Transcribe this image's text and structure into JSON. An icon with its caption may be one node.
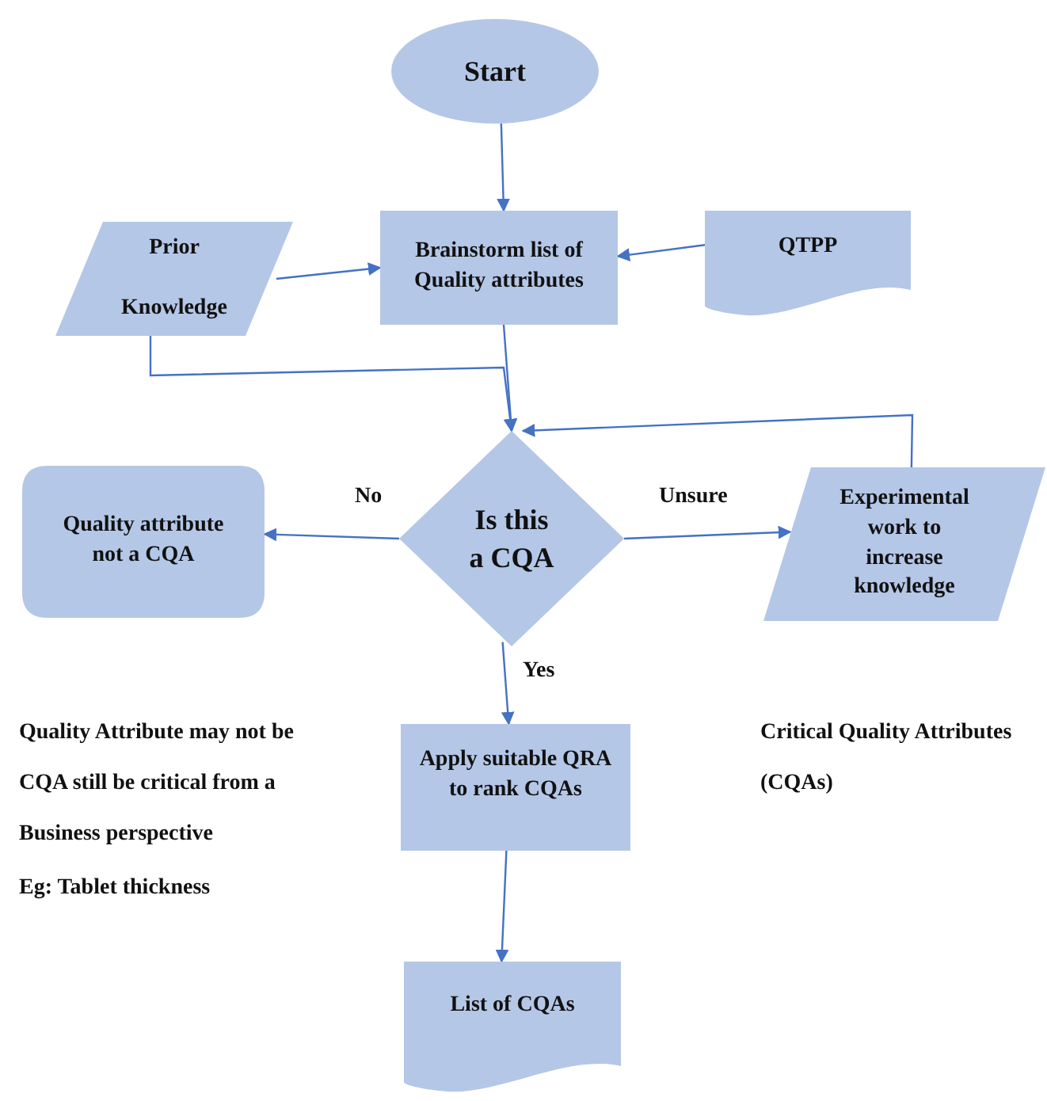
{
  "diagram": {
    "nodes": [
      {
        "text": [
          "Start"
        ]
      },
      {
        "text": [
          "Prior Knowledge"
        ]
      },
      {
        "text": [
          "Brainstorm list of Quality attributes"
        ]
      },
      {
        "text": [
          "QTPP"
        ]
      },
      {
        "text": [
          "Is this a CQA"
        ]
      },
      {
        "text": [
          "Quality attribute not a CQA"
        ]
      },
      {
        "text": [
          "Experimental work to increase knowledge"
        ]
      },
      {
        "text": [
          "Apply suitable QRA to rank CQAs"
        ]
      },
      {
        "text": [
          "List of CQAs"
        ]
      }
    ],
    "edges": [
      {
        "from": 0,
        "to": 2,
        "arrow": "to"
      },
      {
        "from": 1,
        "to": 2,
        "arrow": "to"
      },
      {
        "from": 3,
        "to": 2,
        "arrow": "to"
      },
      {
        "from": 2,
        "to": 4,
        "arrow": "to"
      },
      {
        "from": 1,
        "to": 4,
        "arrow": "to"
      },
      {
        "from": 6,
        "to": 4,
        "arrow": "to"
      },
      {
        "from": 4,
        "to": 5,
        "label": "No",
        "arrow": "to"
      },
      {
        "from": 4,
        "to": 6,
        "label": "Unsure",
        "arrow": "to"
      },
      {
        "from": 4,
        "to": 7,
        "label": "Yes",
        "arrow": "to"
      },
      {
        "from": 7,
        "to": 8,
        "arrow": "to"
      }
    ],
    "labels": [
      "Quality Attribute may not be CQA still be critical from a Business perspective",
      "Eg: Tablet thickness",
      "Critical Quality Attributes (CQAs)"
    ]
  }
}
